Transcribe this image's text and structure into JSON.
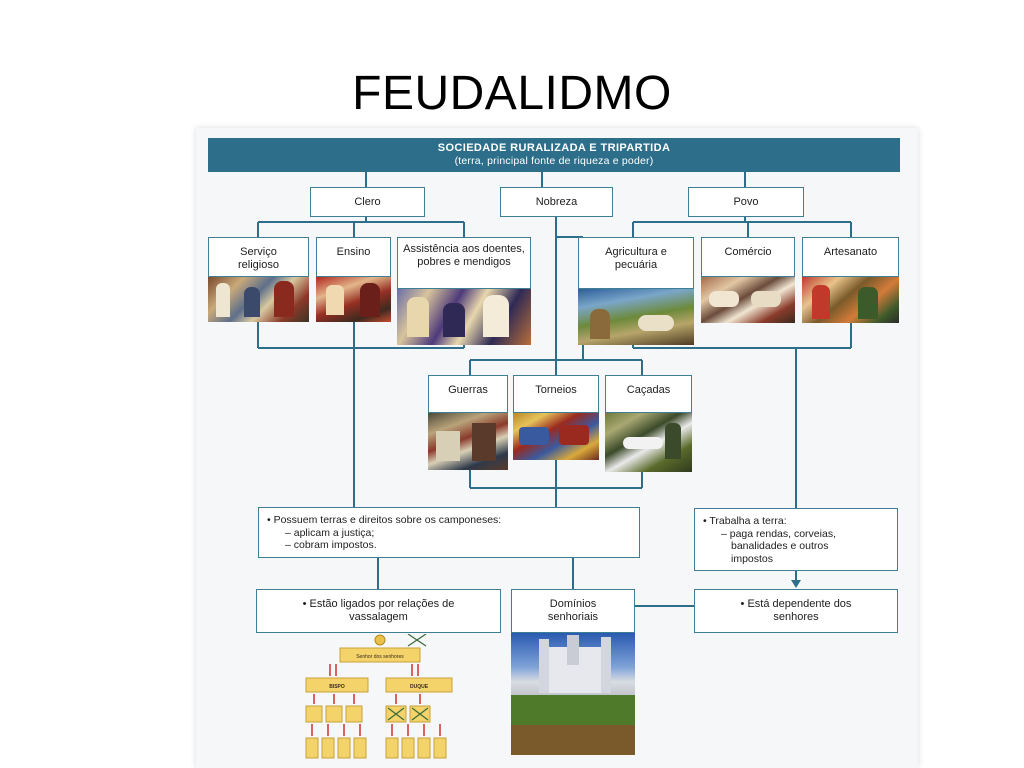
{
  "slide": {
    "title": "FEUDALIDMO"
  },
  "header": {
    "title": "SOCIEDADE RURALIZADA E TRIPARTIDA",
    "subtitle": "(terra, principal fonte de riqueza e poder)"
  },
  "groups": {
    "clero": "Clero",
    "nobreza": "Nobreza",
    "povo": "Povo"
  },
  "clero_roles": {
    "servico": "Serviço religioso",
    "ensino": "Ensino",
    "assistencia": "Assistência aos doentes, pobres e mendigos"
  },
  "povo_roles": {
    "agricultura": "Agricultura e pecuária",
    "comercio": "Comércio",
    "artesanato": "Artesanato"
  },
  "nobreza_roles": {
    "guerras": "Guerras",
    "torneios": "Torneios",
    "cacadas": "Caçadas"
  },
  "info": {
    "nobles_rights": {
      "intro": "• Possuem terras e direitos sobre os camponeses:",
      "item1": "– aplicam a justiça;",
      "item2": "– cobram impostos."
    },
    "people_work": {
      "intro": "• Trabalha a terra:",
      "item1": "– paga rendas, corveias,",
      "item2": "banalidades e outros",
      "item3": "impostos"
    }
  },
  "bottom": {
    "vassalagem": "• Estão ligados por relações de vassalagem",
    "dominios": "Domínios senhoriais",
    "dependente": "• Está dependente dos senhores"
  },
  "pyramid": {
    "top_label": "Senhor dos senhores",
    "left_label": "BISPO",
    "right_label": "DUQUE"
  },
  "colors": {
    "header_bar": "#2d6f8a",
    "box_border": "#3f7f95",
    "connector": "#2d6f8a",
    "pyramid_fill": "#f3d36a",
    "pyramid_arrow": "#d0312d"
  }
}
